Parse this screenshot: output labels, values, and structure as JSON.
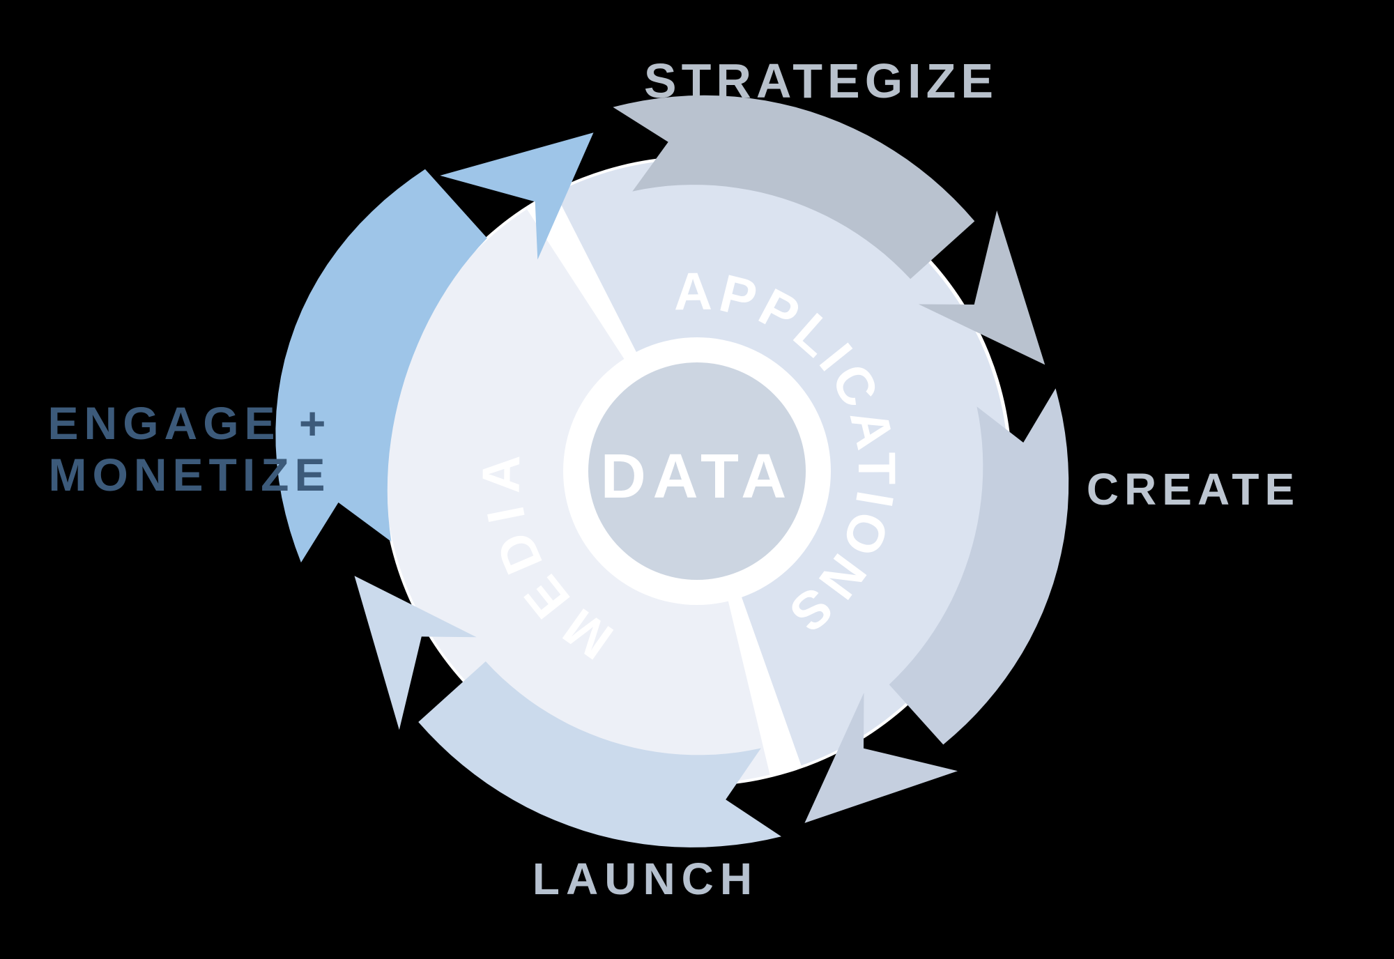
{
  "diagram": {
    "stage_labels": {
      "strategize": "STRATEGIZE",
      "create": "CREATE",
      "launch": "LAUNCH",
      "engage_line1": "ENGAGE +",
      "engage_line2": "MONETIZE"
    },
    "inner_labels": {
      "applications": "APPLICATIONS",
      "media": "MEDIA",
      "center": "DATA"
    },
    "arrows": [
      {
        "name": "strategize",
        "color": "#b9c2cf"
      },
      {
        "name": "create",
        "color": "#c5cfdf"
      },
      {
        "name": "launch",
        "color": "#cbdaec"
      },
      {
        "name": "engage-monetize",
        "color": "#9ec5e8"
      }
    ],
    "colors": {
      "background": "#000000",
      "white": "#ffffff",
      "segment_applications": "#dbe3f0",
      "segment_media": "#edf0f7",
      "center_circle": "#ccd5e1",
      "inner_text": "#ffffff",
      "label_strategize": "#b8c1cc",
      "label_create": "#bdc6d1",
      "label_launch": "#b6c1cf",
      "label_engage": "#3c5a7a"
    }
  }
}
